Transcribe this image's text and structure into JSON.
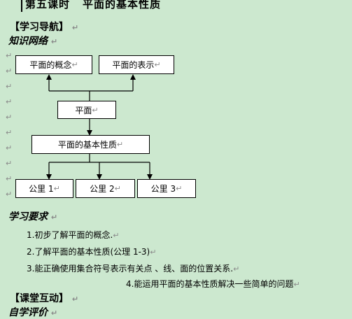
{
  "title": {
    "lesson": "第五课时",
    "topic": "平面的基本性质"
  },
  "sections": {
    "guide": "【学习导航】",
    "knowledge_network": "知识网络",
    "requirements": "学习要求",
    "interaction": "【课堂互动】",
    "self_study": "自学评价"
  },
  "diagram": {
    "concept": "平面的概念",
    "representation": "平面的表示",
    "plane": "平面",
    "basic_properties": "平面的基本性质",
    "axiom1": "公里 1",
    "axiom2": "公里 2",
    "axiom3": "公里 3"
  },
  "requirements": [
    "1.初步了解平面的概念.",
    "2.了解平面的基本性质(公理 1-3)",
    "3.能正确使用集合符号表示有关点 、线、面的位置关系.",
    "4.能运用平面的基本性质解决一些简单的问题"
  ],
  "marks": {
    "return": "↵"
  }
}
